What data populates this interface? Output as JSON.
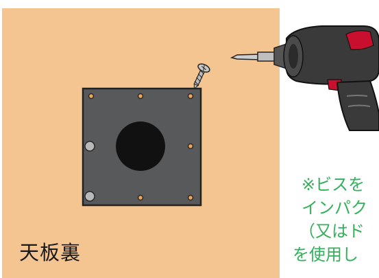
{
  "panel": {
    "label": "天板裏",
    "background": "#f4c491"
  },
  "plate": {
    "color": "#58595b",
    "hole_color": "#111111"
  },
  "drill": {
    "body_color": "#3a3a3a",
    "accent_color": "#c8102e"
  },
  "note": {
    "color": "#33b15a",
    "lines": [
      "※ビスを",
      "インパク",
      "（又はド",
      "を使用し"
    ]
  }
}
